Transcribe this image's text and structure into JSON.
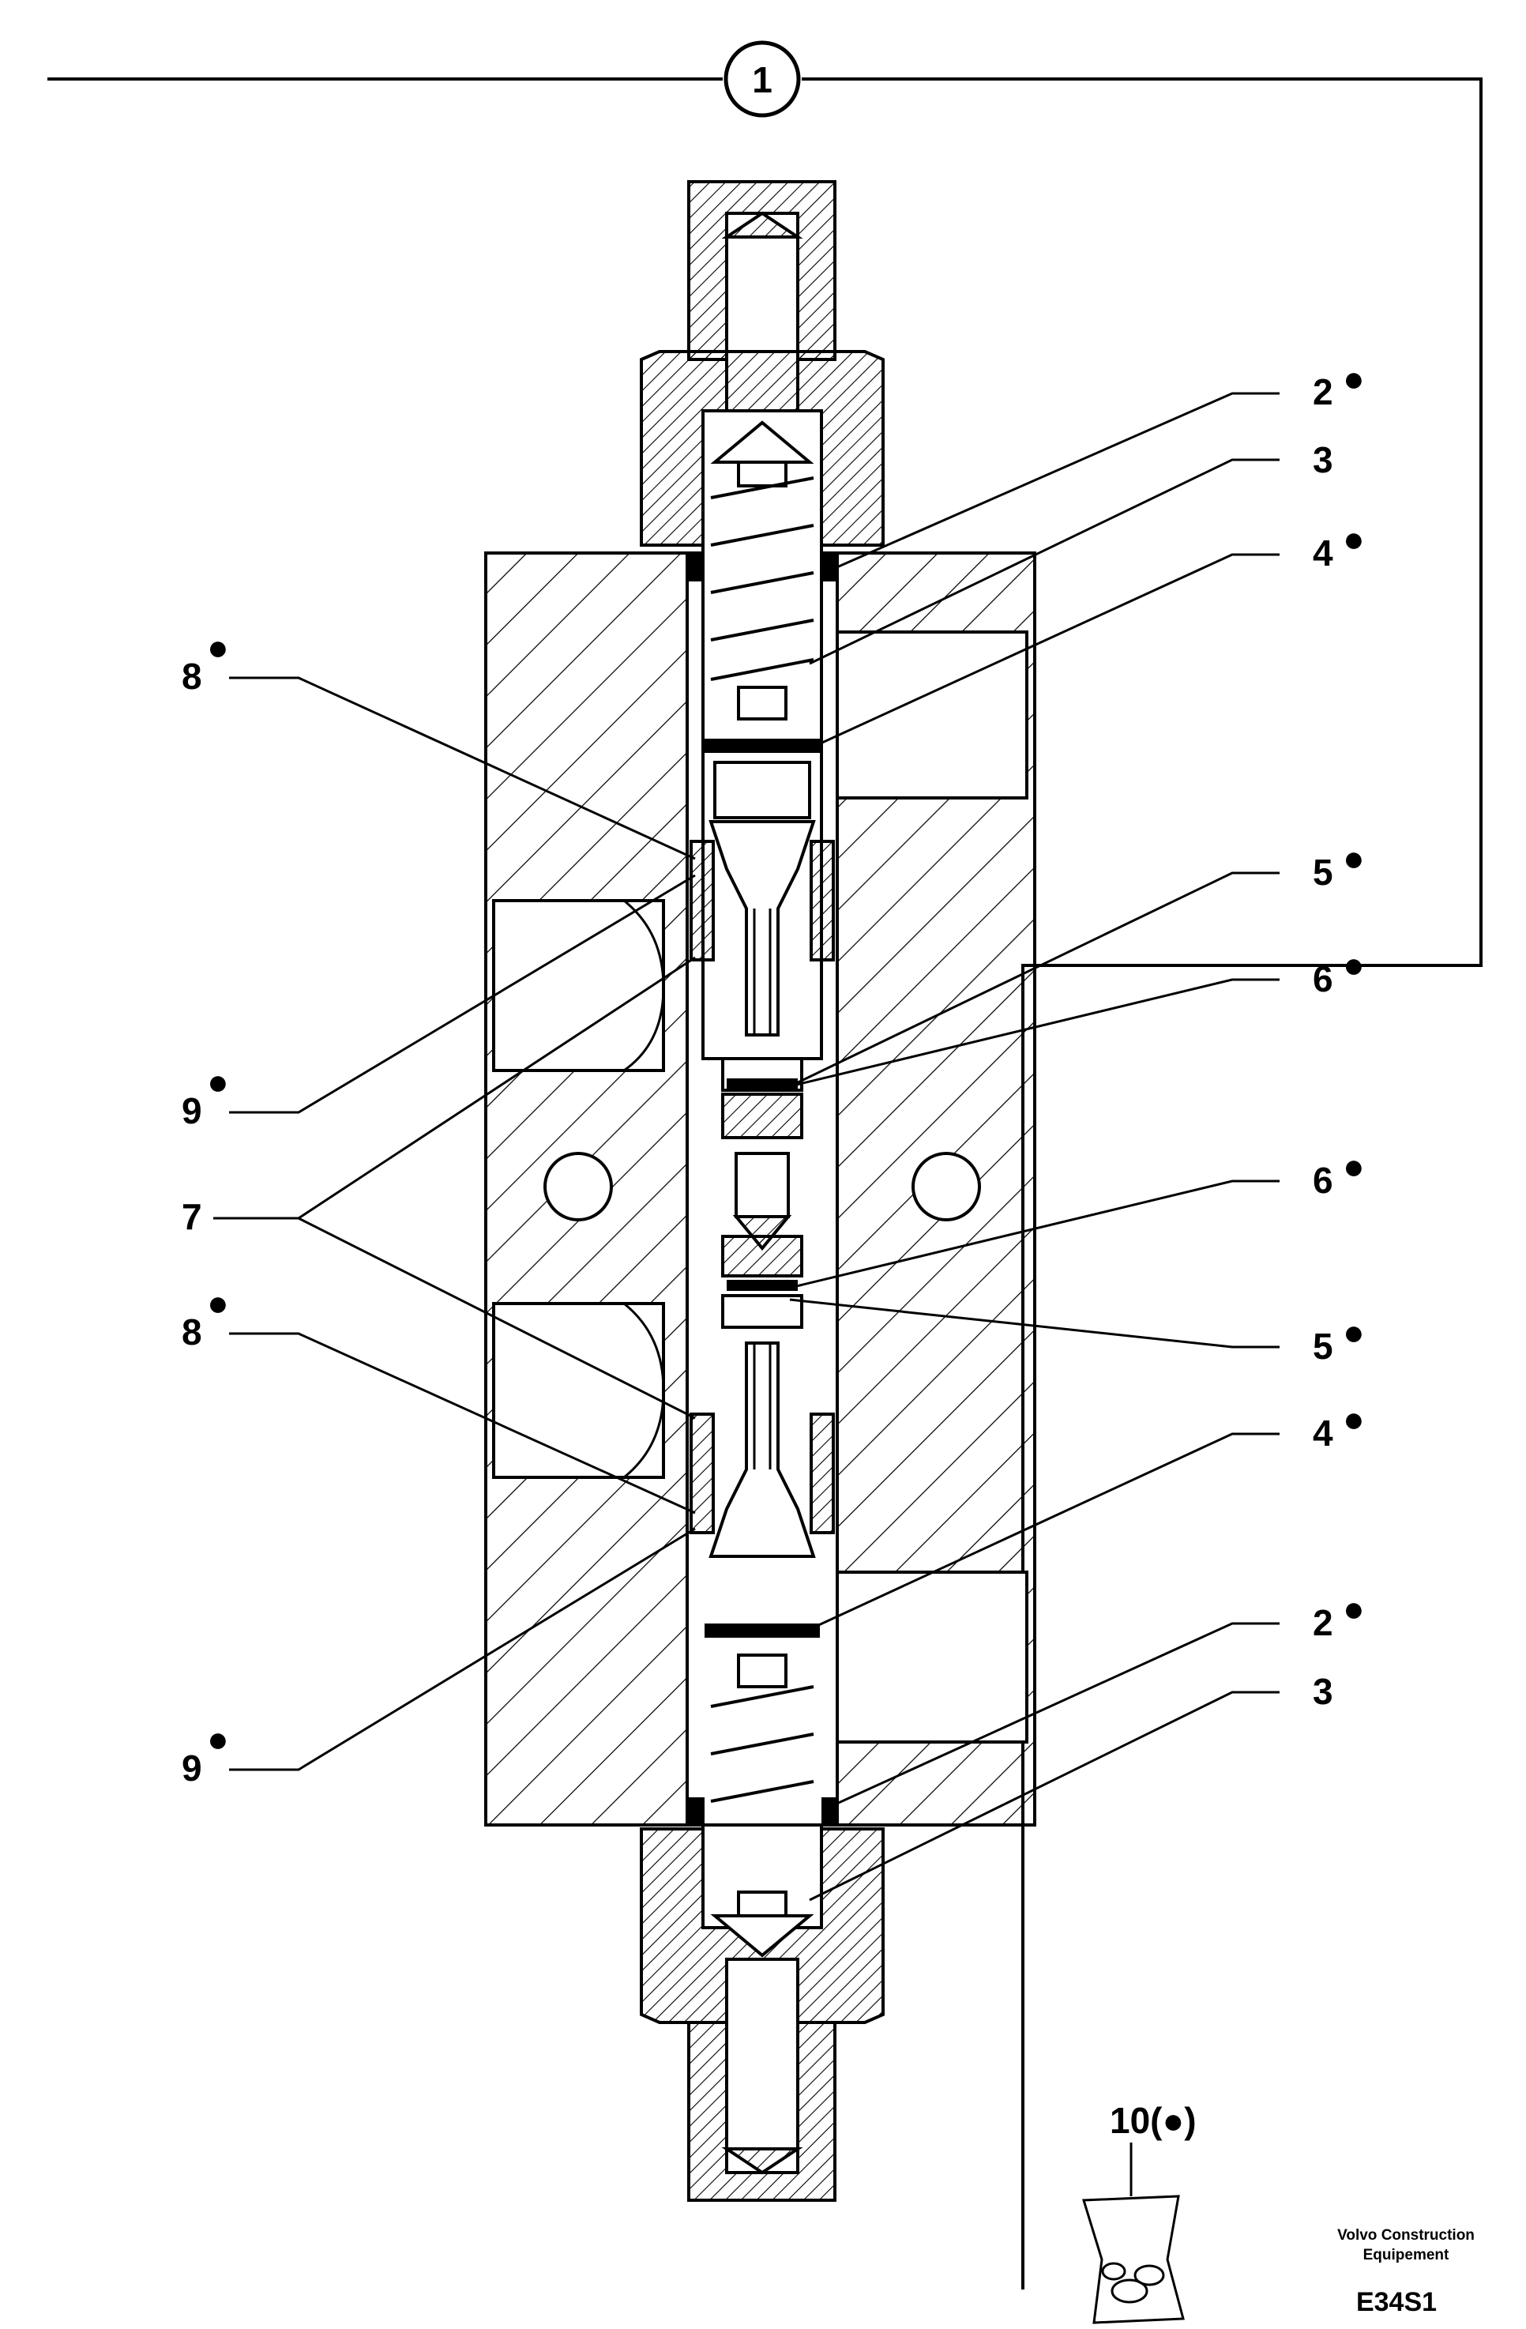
{
  "assembly": {
    "ref": "1"
  },
  "callouts": [
    {
      "id": "c2a",
      "num": "2",
      "dot": "●"
    },
    {
      "id": "c3a",
      "num": "3",
      "dot": ""
    },
    {
      "id": "c4a",
      "num": "4",
      "dot": "●"
    },
    {
      "id": "c5a",
      "num": "5",
      "dot": "●"
    },
    {
      "id": "c6a",
      "num": "6",
      "dot": "●"
    },
    {
      "id": "c6b",
      "num": "6",
      "dot": "●"
    },
    {
      "id": "c5b",
      "num": "5",
      "dot": "●"
    },
    {
      "id": "c4b",
      "num": "4",
      "dot": "●"
    },
    {
      "id": "c2b",
      "num": "2",
      "dot": "●"
    },
    {
      "id": "c3b",
      "num": "3",
      "dot": ""
    },
    {
      "id": "c8a",
      "num": "8",
      "dot": "●"
    },
    {
      "id": "c9a",
      "num": "9",
      "dot": "●"
    },
    {
      "id": "c7",
      "num": "7",
      "dot": ""
    },
    {
      "id": "c8b",
      "num": "8",
      "dot": "●"
    },
    {
      "id": "c9b",
      "num": "9",
      "dot": "●"
    }
  ],
  "kit": {
    "label": "10(●)"
  },
  "publisher": {
    "line1": "Volvo Construction",
    "line2": "Equipement"
  },
  "figure_code": "E34S1"
}
